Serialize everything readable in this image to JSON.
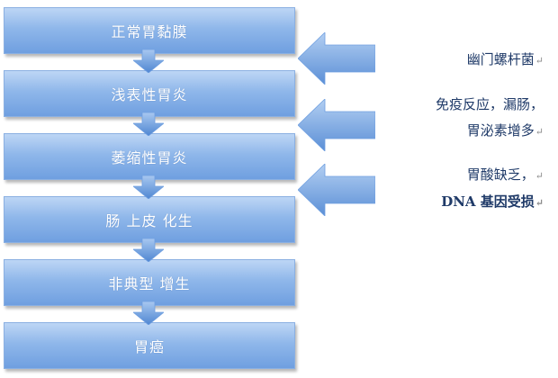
{
  "stages": [
    {
      "label": "正常胃黏膜"
    },
    {
      "label": "浅表性胃炎"
    },
    {
      "label": "萎缩性胃炎"
    },
    {
      "label": "肠 上皮 化生"
    },
    {
      "label": "非典型 增生"
    },
    {
      "label": "胃癌"
    }
  ],
  "causes": [
    {
      "lines": [
        "幽门螺杆菌"
      ]
    },
    {
      "lines": [
        "免疫反应，漏肠，",
        "胃泌素增多"
      ]
    },
    {
      "lines": [
        "胃酸缺乏，",
        "DNA 基因受损"
      ]
    }
  ],
  "return_mark": "↵",
  "colors": {
    "box_top": "#bdd6f5",
    "box_bottom": "#6f9fe0",
    "arrow": "#5b8fd6",
    "note_text": "#1f3a68"
  }
}
